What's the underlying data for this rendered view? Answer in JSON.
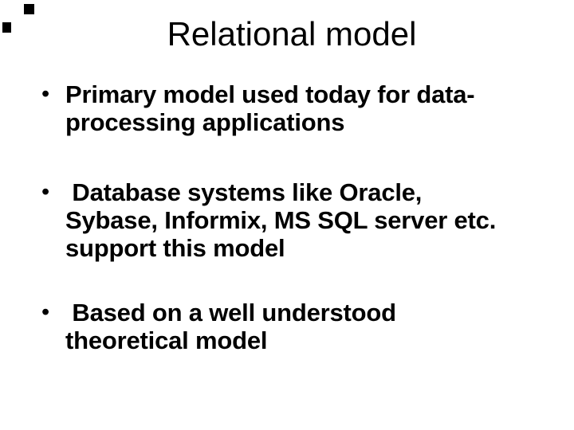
{
  "slide": {
    "title": "Relational model",
    "bullet_char": "•",
    "bullets": [
      {
        "lines": [
          "Primary model used today for data-",
          "processing applications"
        ]
      },
      {
        "lines": [
          " Database systems like Oracle,",
          "Sybase, Informix, MS SQL server etc.",
          "support this model"
        ]
      },
      {
        "lines": [
          " Based on a well understood",
          "theoretical model"
        ]
      }
    ],
    "colors": {
      "background": "#ffffff",
      "text": "#000000",
      "corner_mark": "#000000"
    }
  }
}
